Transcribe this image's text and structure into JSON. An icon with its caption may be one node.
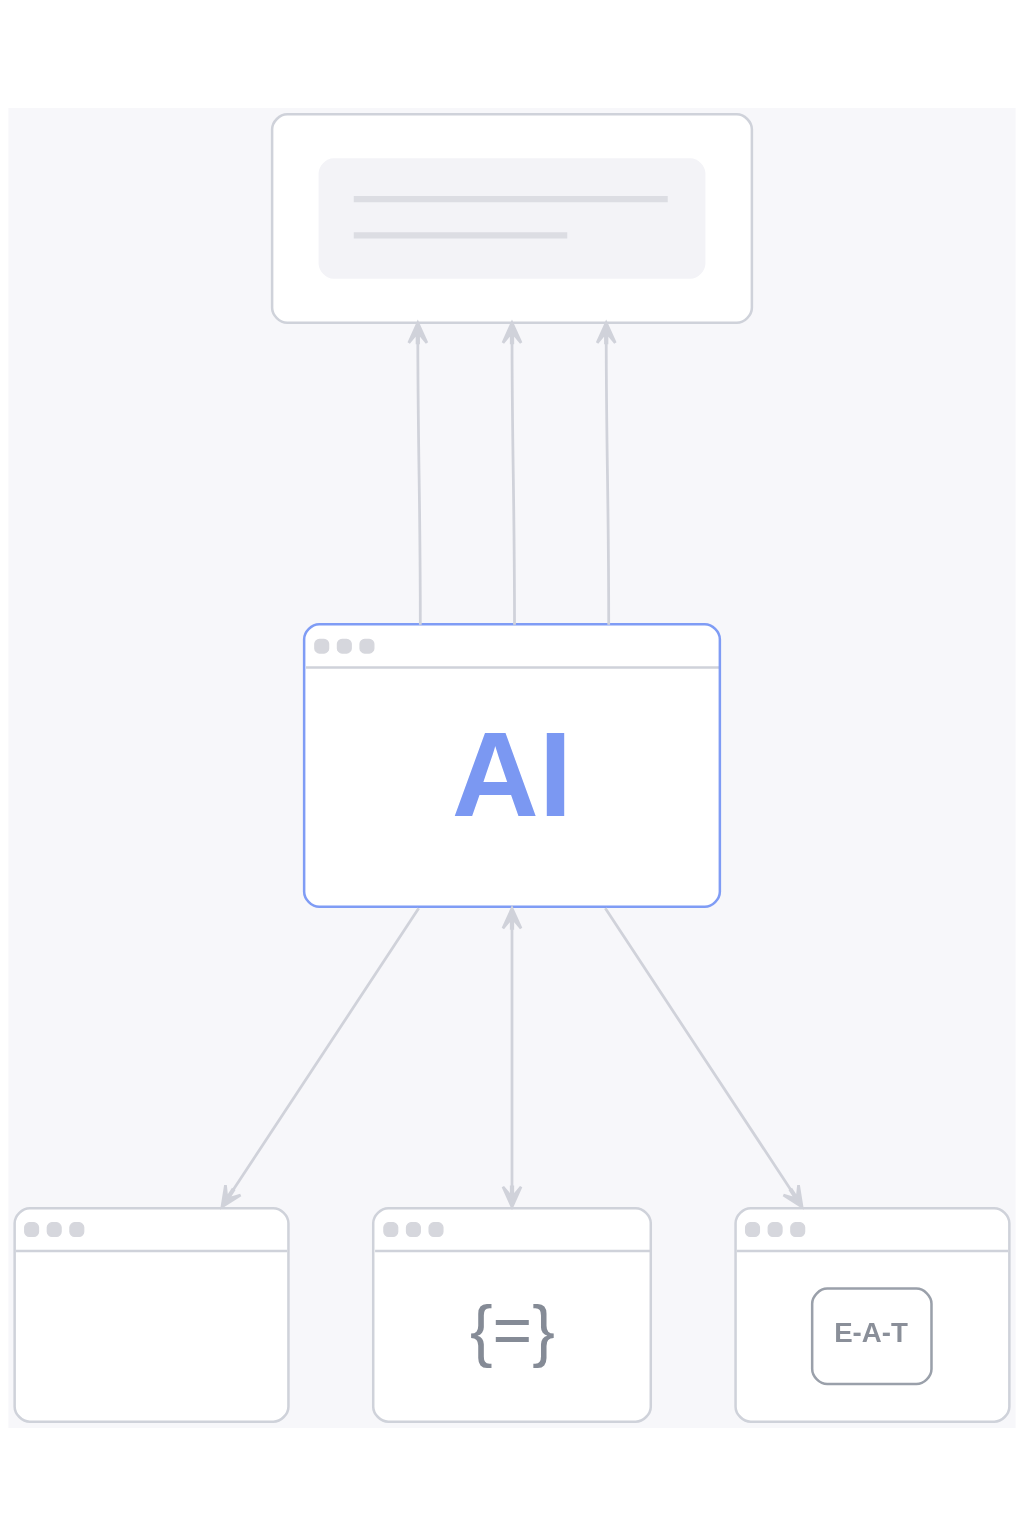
{
  "diagram": {
    "nodes": [
      {
        "text": [],
        "shape": "box"
      },
      {
        "text": [
          "AI"
        ]
      },
      {
        "text": [],
        "shape": "picture"
      },
      {
        "text": [
          "{=}"
        ]
      },
      {
        "text": [
          "E-A-T"
        ]
      }
    ],
    "edges": [
      {
        "from": 1,
        "to": 0,
        "arrow": "to"
      },
      {
        "from": 1,
        "to": 0,
        "arrow": "to"
      },
      {
        "from": 1,
        "to": 0,
        "arrow": "to"
      },
      {
        "from": 1,
        "to": 2,
        "arrow": "to"
      },
      {
        "from": 1,
        "to": 3,
        "arrow": "both"
      },
      {
        "from": 1,
        "to": 4,
        "arrow": "to"
      }
    ]
  }
}
